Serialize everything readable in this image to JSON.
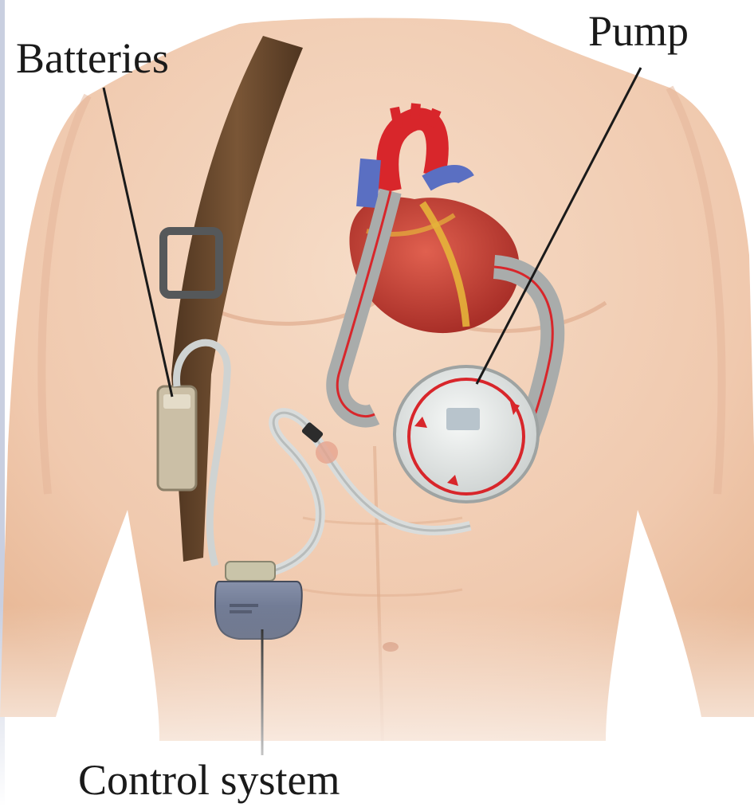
{
  "labels": {
    "batteries": "Batteries",
    "pump": "Pump",
    "control_system": "Control system"
  },
  "colors": {
    "skin": "#f2cdb4",
    "skin_shadow": "#e3b397",
    "belt": "#6b4a2e",
    "artery": "#d8262b",
    "vein": "#5a6fc2",
    "heart_muscle": "#c9463a",
    "fat": "#e6b43a",
    "tube": "#a9acab",
    "pump_body": "#e9eceb",
    "controller": "#6f7a95",
    "leader_line": "#1a1a1a"
  }
}
